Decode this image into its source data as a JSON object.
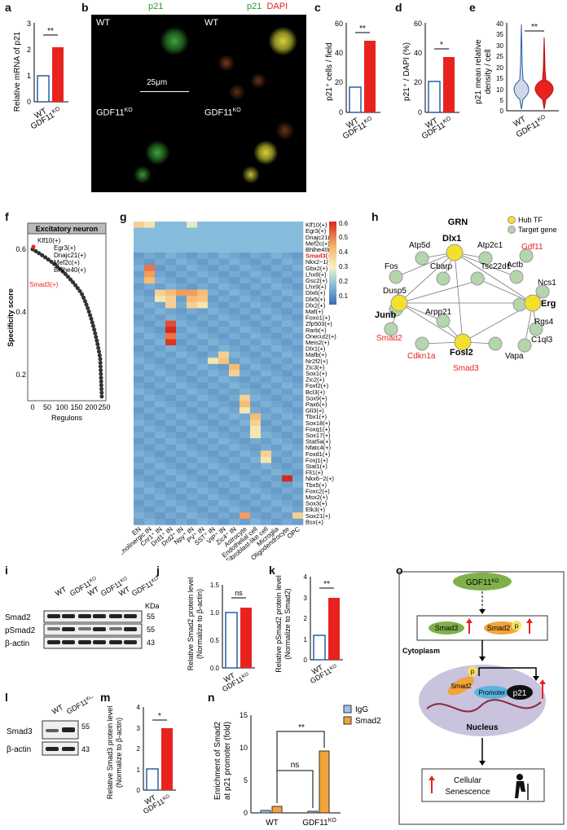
{
  "panel_labels": [
    "a",
    "b",
    "c",
    "d",
    "e",
    "f",
    "g",
    "h",
    "i",
    "j",
    "k",
    "l",
    "m",
    "n",
    "o"
  ],
  "groups": {
    "wt": "WT",
    "ko": "GDF11",
    "ko_sup": "KO"
  },
  "sig": {
    "two": "**",
    "one": "*",
    "ns": "ns"
  },
  "panel_a": {
    "ylabel": "Relative mRNA of p21",
    "ticks": [
      "0",
      "1",
      "2",
      "3"
    ]
  },
  "panel_b": {
    "col1": "p21",
    "col2_a": "p21",
    "col2_b": "DAPI",
    "scalebar": "25μm"
  },
  "panel_c": {
    "ylabel": "p21⁺ cells / field",
    "ticks": [
      "0",
      "20",
      "40",
      "60"
    ]
  },
  "panel_d": {
    "ylabel": "p21⁺ / DAPI (%)",
    "ticks": [
      "0",
      "20",
      "40",
      "60"
    ]
  },
  "panel_e": {
    "ylabel1": "p21 mean relative",
    "ylabel2": "density / cell",
    "ticks": [
      "0",
      "5",
      "10",
      "15",
      "20",
      "25",
      "30",
      "35",
      "40"
    ]
  },
  "panel_f": {
    "header": "Excitatory neuron",
    "ylabel": "Specificity score",
    "xlabel": "Regulons",
    "yticks": [
      "0.2",
      "0.4",
      "0.6"
    ],
    "xticks": [
      "0",
      "50",
      "100",
      "150",
      "200",
      "250"
    ],
    "labels": [
      "Klf10(+)",
      "Egr3(+)",
      "Dnajc21(+)",
      "Mef2c(+)",
      "Bhlhe40(+)"
    ],
    "highlight": "Smad3(+)"
  },
  "panel_g": {
    "rows": [
      "Klf10(+)",
      "Egr3(+)",
      "Dnajc21(+)",
      "Mef2c(+)",
      "Bhlhe40(+)",
      "Smad3(+)",
      "Nkx2−1(+)",
      "Gbx2(+)",
      "Lhx8(+)",
      "Gsc2(+)",
      "Lhx9(+)",
      "Dlx6(+)",
      "Dlx5(+)",
      "Dlx2(+)",
      "Maf(+)",
      "Foxo1(+)",
      "Zfp503(+)",
      "Rarb(+)",
      "Onecut2(+)",
      "Meis2(+)",
      "Dlx1(+)",
      "Mafb(+)",
      "Nr2f2(+)",
      "Zic3(+)",
      "Sox1(+)",
      "Zic2(+)",
      "Foxf2(+)",
      "Bcl3(+)",
      "Sox9(+)",
      "Pax6(+)",
      "Gli3(+)",
      "Tbx1(+)",
      "Sox18(+)",
      "Foxq1(+)",
      "Sox17(+)",
      "Stat5a(+)",
      "Nfatc4(+)",
      "Foxd1(+)",
      "Foxj1(+)",
      "Stat1(+)",
      "Fli1(+)",
      "Nkx6−2(+)",
      "Tbx5(+)",
      "Foxc2(+)",
      "Msx2(+)",
      "Sox3(+)",
      "Elk3(+)",
      "Sox21(+)",
      "Bsx(+)"
    ],
    "cols": [
      "EN",
      "Cholinergic IN",
      "Cnr1⁺ IN",
      "Drd1⁺ IN",
      "Drd2⁺ IN",
      "Npy⁺ IN",
      "PV⁺ IN",
      "SST⁺ IN",
      "VIP⁺ IN",
      "Zic4⁺ IN",
      "Astrocyte",
      "Endothelial cell",
      "Fibroblast-like cell",
      "Microglia",
      "Oligodendrocyte",
      "OPC"
    ],
    "scale": [
      "0.6",
      "0.5",
      "0.4",
      "0.3",
      "0.2",
      "0.1"
    ]
  },
  "panel_h": {
    "title": "GRN",
    "legend_hub": "Hub TF",
    "legend_target": "Target gene",
    "hubs": [
      "Dlx1",
      "Junb",
      "Erg",
      "Fosl2"
    ],
    "targets_black": [
      "Atp5d",
      "Atp2c1",
      "Fos",
      "Cbarp",
      "Tsc22d1",
      "Actb",
      "Dusp5",
      "Ncs1",
      "Arpp21",
      "Rgs4",
      "C1ql3",
      "Vapa"
    ],
    "targets_red": [
      "Gdf11",
      "Smad2",
      "Cdkn1a",
      "Smad3"
    ]
  },
  "panel_i": {
    "bands": [
      "Smad2",
      "pSmad2",
      "β-actin"
    ],
    "kda": "KDa",
    "markers": [
      "55",
      "55",
      "43"
    ]
  },
  "panel_j": {
    "ylabel1": "Relative Smad2 protein level",
    "ylabel2": "(Normalize to β-actin)",
    "ticks": [
      "0.0",
      "0.5",
      "1.0",
      "1.5"
    ]
  },
  "panel_k": {
    "ylabel1": "Relative pSmad2 protein level",
    "ylabel2": "(Normalize to Smad2)",
    "ticks": [
      "0",
      "1",
      "2",
      "3",
      "4"
    ]
  },
  "panel_l": {
    "bands": [
      "Smad3",
      "β-actin"
    ],
    "markers": [
      "55",
      "43"
    ]
  },
  "panel_m": {
    "ylabel1": "Relative Smad3 protein level",
    "ylabel2": "(Normalize to β-actin)",
    "ticks": [
      "0",
      "1",
      "2",
      "3",
      "4"
    ]
  },
  "panel_n": {
    "ylabel1": "Enrichment of Smad2",
    "ylabel2": "at p21 promoter (fold)",
    "ticks": [
      "0",
      "5",
      "10",
      "15"
    ],
    "legend": [
      "IgG",
      "Smad2"
    ]
  },
  "panel_o": {
    "top": "GDF11",
    "cytoplasm": "Cytoplasm",
    "nucleus": "Nucleus",
    "smad3": "Smad3",
    "smad2": "Smad2",
    "p": "p",
    "promoter": "Promoter",
    "p21": "p21",
    "outcome1": "Cellular",
    "outcome2": "Senescence"
  },
  "chart_data": [
    {
      "type": "bar",
      "panel": "a",
      "categories": [
        "WT",
        "GDF11KO"
      ],
      "values": [
        1.0,
        2.1
      ],
      "ylabel": "Relative mRNA of p21",
      "ylim": [
        0,
        3
      ]
    },
    {
      "type": "bar",
      "panel": "c",
      "categories": [
        "WT",
        "GDF11KO"
      ],
      "values": [
        17,
        48
      ],
      "ylabel": "p21⁺ cells / field",
      "ylim": [
        0,
        60
      ]
    },
    {
      "type": "bar",
      "panel": "d",
      "categories": [
        "WT",
        "GDF11KO"
      ],
      "values": [
        21,
        37
      ],
      "ylabel": "p21⁺ / DAPI (%)",
      "ylim": [
        0,
        60
      ]
    },
    {
      "type": "bar",
      "panel": "j",
      "categories": [
        "WT",
        "GDF11KO"
      ],
      "values": [
        1.0,
        1.1
      ],
      "ylim": [
        0,
        1.5
      ]
    },
    {
      "type": "bar",
      "panel": "k",
      "categories": [
        "WT",
        "GDF11KO"
      ],
      "values": [
        1.2,
        3.0
      ],
      "ylim": [
        0,
        4
      ]
    },
    {
      "type": "bar",
      "panel": "m",
      "categories": [
        "WT",
        "GDF11KO"
      ],
      "values": [
        1.0,
        3.0
      ],
      "ylim": [
        0,
        4
      ]
    },
    {
      "type": "bar",
      "panel": "n",
      "categories": [
        "WT",
        "GDF11KO"
      ],
      "series": [
        {
          "name": "IgG",
          "values": [
            0.3,
            0.2
          ]
        },
        {
          "name": "Smad2",
          "values": [
            1.0,
            9.5
          ]
        }
      ],
      "ylim": [
        0,
        15
      ]
    }
  ]
}
